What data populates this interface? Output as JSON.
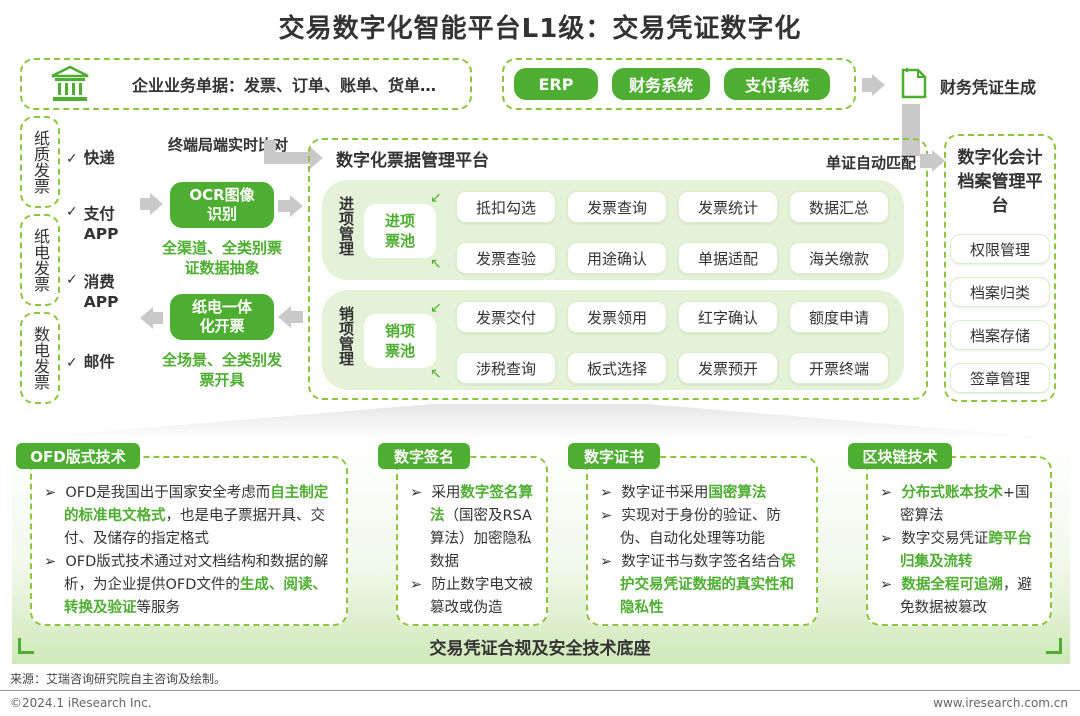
{
  "title": "交易数字化智能平台L1级：交易凭证数字化",
  "top": {
    "enterprise_docs": "企业业务单据：发票、订单、账单、货单…",
    "systems": [
      "ERP",
      "财务系统",
      "支付系统"
    ],
    "voucher_gen": "财务凭证生成"
  },
  "left": {
    "invoice_types": [
      "纸质发票",
      "纸电发票",
      "数电发票"
    ],
    "channels": [
      "快递",
      "支付APP",
      "消费APP",
      "邮件"
    ],
    "ocr_label": "OCR图像识别",
    "ocr_desc": "全渠道、全类别票证数据抽象",
    "issue_label": "纸电一体化开票",
    "issue_desc": "全场景、全类别发票开具",
    "terminal_compare": "终端局端实时比对"
  },
  "platform": {
    "title": "数字化票据管理平台",
    "auto_match": "单证自动匹配",
    "input": {
      "side_label": "进项管理",
      "pool": "进项票池",
      "items": [
        "抵扣勾选",
        "发票查询",
        "发票统计",
        "数据汇总",
        "发票查验",
        "用途确认",
        "单据适配",
        "海关缴款"
      ]
    },
    "output": {
      "side_label": "销项管理",
      "pool": "销项票池",
      "items": [
        "发票交付",
        "发票领用",
        "红字确认",
        "额度申请",
        "涉税查询",
        "板式选择",
        "发票预开",
        "开票终端"
      ]
    }
  },
  "archive": {
    "title": "数字化会计档案管理平台",
    "items": [
      "权限管理",
      "档案归类",
      "档案存储",
      "签章管理"
    ]
  },
  "tech": {
    "ofd": {
      "tag": "OFD版式技术",
      "p1_a": "OFD是我国出于国家安全考虑而",
      "p1_hl": "自主制定的标准电文格式",
      "p1_b": "，也是电子票据开具、交付、及储存的指定格式",
      "p2_a": "OFD版式技术通过对文档结构和数据的解析，为企业提供OFD文件的",
      "p2_hl": "生成、阅读、转换及验证",
      "p2_b": "等服务"
    },
    "sign": {
      "tag": "数字签名",
      "p1_a": "采用",
      "p1_hl": "数字签名算法",
      "p1_b": "（国密及RSA算法）加密隐私数据",
      "p2": "防止数字电文被篡改或伪造"
    },
    "cert": {
      "tag": "数字证书",
      "p1_a": "数字证书采用",
      "p1_hl": "国密算法",
      "p2": "实现对于身份的验证、防伪、自动化处理等功能",
      "p3_a": "数字证书与数字签名结合",
      "p3_hl": "保护交易凭证数据的真实性和隐私性"
    },
    "chain": {
      "tag": "区块链技术",
      "p1_hl": "分布式账本技术",
      "p1_b": "+国密算法",
      "p2_a": "数字交易凭证",
      "p2_hl": "跨平台归集及流转",
      "p3_hl": "数据全程可追溯",
      "p3_b": "，避免数据被篡改"
    },
    "base": "交易凭证合规及安全技术底座"
  },
  "footer": {
    "source": "来源：艾瑞咨询研究院自主咨询及绘制。",
    "copyright": "©2024.1 iResearch Inc.",
    "url": "www.iresearch.com.cn"
  }
}
